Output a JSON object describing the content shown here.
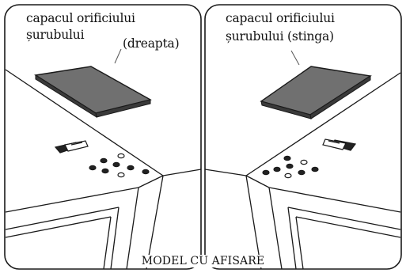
{
  "left_panel": {
    "label_line1": "capacul orificiului",
    "label_line2": "șurubului",
    "label_side": "(dreapta)"
  },
  "right_panel": {
    "label_line1": "capacul orificiului",
    "label_line2": "șurubului (stinga)"
  },
  "caption": "MODEL CU AFISARE",
  "colors": {
    "stroke": "#1a1a1a",
    "cover_fill": "#707070",
    "background": "#ffffff"
  }
}
